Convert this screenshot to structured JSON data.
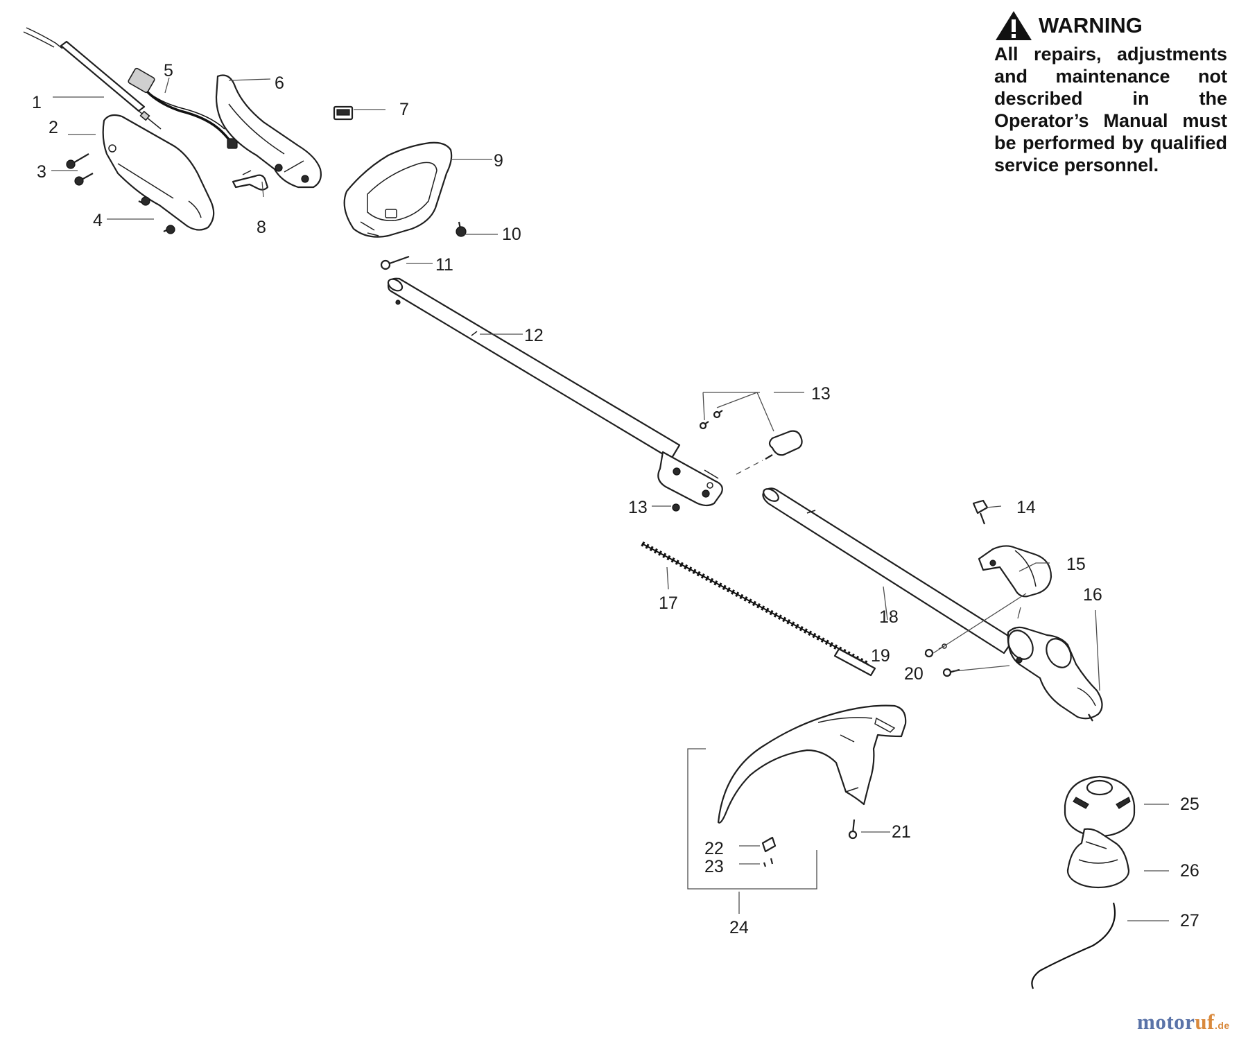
{
  "warning": {
    "title": "WARNING",
    "text": "All repairs, adjustments and maintenance not described in the Operator’s Manual must be performed by qualified service personnel.",
    "icon": "warning-triangle-icon"
  },
  "watermark": {
    "part1": "motor",
    "part2": "uf",
    "tld": ".de"
  },
  "labels": {
    "p1": "1",
    "p2": "2",
    "p3": "3",
    "p4": "4",
    "p5": "5",
    "p6": "6",
    "p7": "7",
    "p8": "8",
    "p9": "9",
    "p10": "10",
    "p11": "11",
    "p12": "12",
    "p13a": "13",
    "p13b": "13",
    "p14": "14",
    "p15": "15",
    "p16": "16",
    "p17": "17",
    "p18": "18",
    "p19": "19",
    "p20": "20",
    "p21": "21",
    "p22": "22",
    "p23": "23",
    "p24": "24",
    "p25": "25",
    "p26": "26",
    "p27": "27"
  }
}
